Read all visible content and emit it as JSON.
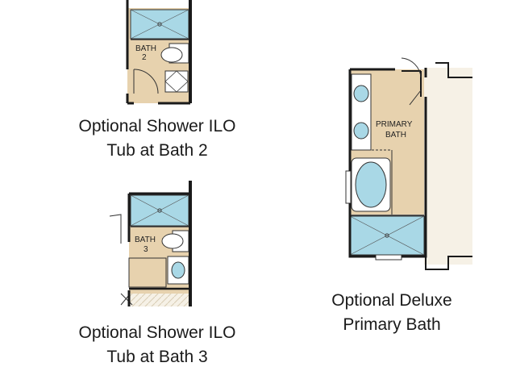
{
  "plans": [
    {
      "room_label": [
        "BATH",
        "2"
      ],
      "caption": [
        "Optional Shower ILO",
        "Tub at Bath 2"
      ]
    },
    {
      "room_label": [
        "BATH",
        "3"
      ],
      "caption": [
        "Optional Shower ILO",
        "Tub at Bath 3"
      ]
    },
    {
      "room_label": [
        "PRIMARY",
        "BATH"
      ],
      "caption": [
        "Optional Deluxe",
        "Primary Bath"
      ]
    }
  ],
  "colors": {
    "floor": "#e7d2ae",
    "shower": "#a9d8e6",
    "fixture": "#a9d8e6",
    "wall": "#1a1a1a"
  }
}
